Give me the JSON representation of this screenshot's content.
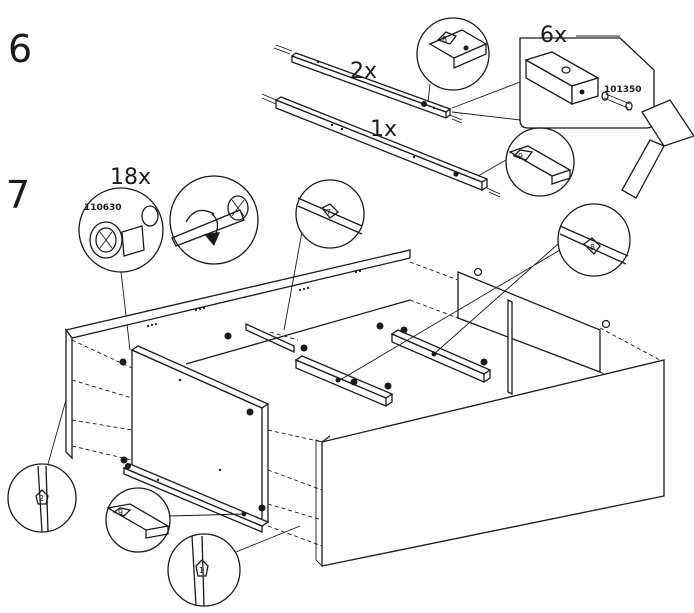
{
  "steps": [
    {
      "number": "6",
      "quantities": {
        "upper_rail": "2x",
        "lower_rail": "1x",
        "dowel": "6x"
      },
      "part_codes": {
        "dowel": "101350"
      },
      "part_markers": {
        "upper_rail": "8",
        "lower_rail": "9"
      }
    },
    {
      "number": "7",
      "quantities": {
        "cam_lock": "18x"
      },
      "part_codes": {
        "cam_lock": "110630"
      },
      "part_markers": {
        "divider": "7",
        "rails": "8",
        "back_panel": "2",
        "front_rail": "9",
        "side_panel": "1"
      }
    }
  ]
}
